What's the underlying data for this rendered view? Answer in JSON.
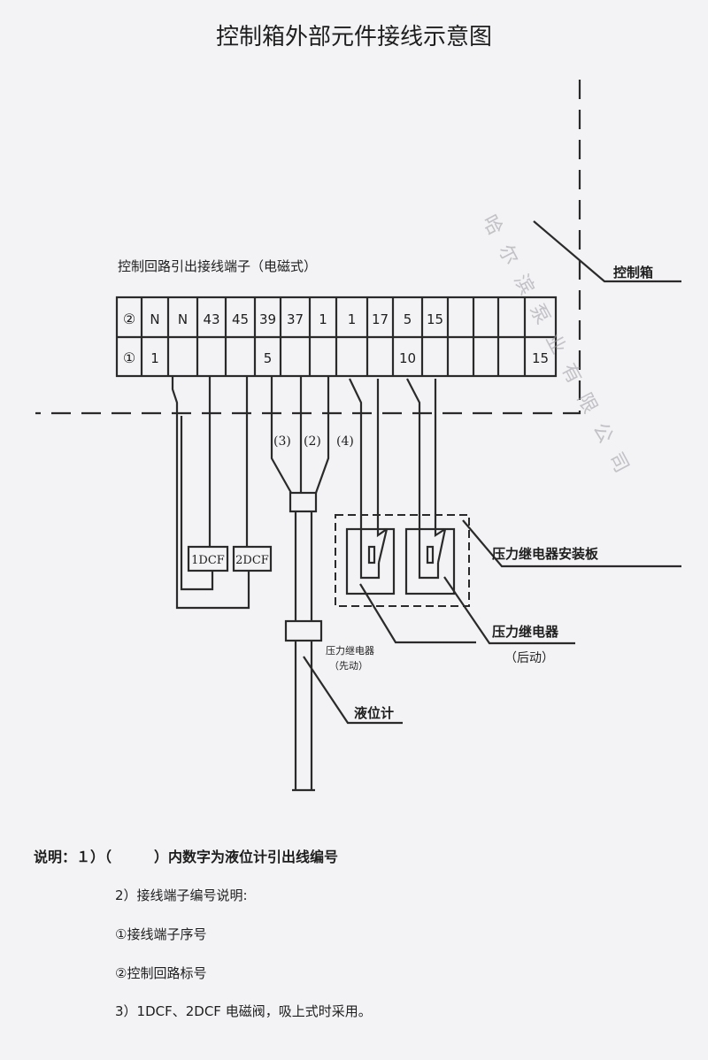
{
  "title": "控制箱外部元件接线示意图",
  "terminal_caption": "控制回路引出接线端子（电磁式）",
  "control_box_label": "控制箱",
  "terminal_table": {
    "row_labels": [
      "②",
      "①"
    ],
    "row2": [
      "N",
      "N",
      "43",
      "45",
      "39",
      "37",
      "1",
      "1",
      "17",
      "5",
      "15",
      "",
      "",
      "",
      ""
    ],
    "row1": [
      "1",
      "",
      "",
      "",
      "5",
      "",
      "",
      "",
      "",
      "10",
      "",
      "",
      "",
      "",
      "15"
    ]
  },
  "wire_numbers": [
    "(3)",
    "(2)",
    "(4)"
  ],
  "valves": [
    "1DCF",
    "2DCF"
  ],
  "labels": {
    "mount_plate": "压力继电器安装板",
    "relay_late": "压力继电器",
    "relay_late_sub": "（后动）",
    "relay_early": "压力继电器",
    "relay_early_sub": "（先动）",
    "level_gauge": "液位计"
  },
  "notes": {
    "n1": "说明：１）（　　　）内数字为液位计引出线编号",
    "n2": "2）接线端子编号说明:",
    "n3": "①接线端子序号",
    "n4": "②控制回路标号",
    "n5": "3）1DCF、2DCF 电磁阀，吸上式时采用。"
  },
  "watermark": "哈尔滨泵业有限公司"
}
